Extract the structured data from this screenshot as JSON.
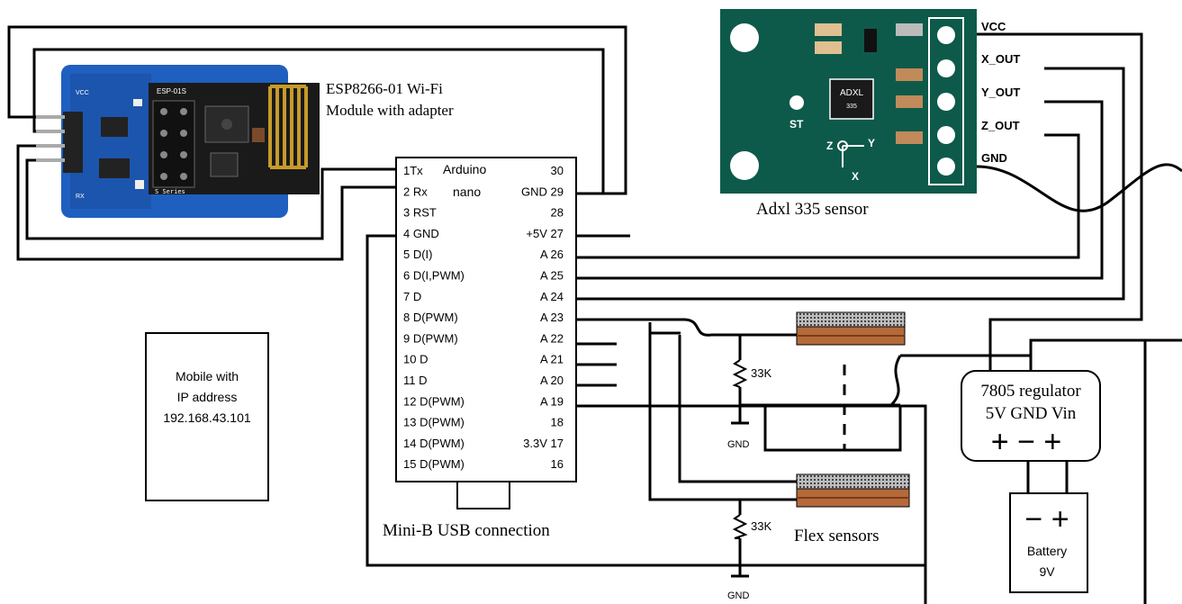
{
  "esp": {
    "caption_line1": "ESP8266-01 Wi-Fi",
    "caption_line2": "Module with adapter",
    "chip_label": "ESP-01S",
    "series_label": "S Series",
    "pcb_color": "#1f5fbf",
    "module_color": "#1a1a1a"
  },
  "arduino": {
    "title_line1": "Arduino",
    "title_line2": "nano",
    "usb_caption": "Mini-B USB connection",
    "left_pins": [
      "1Tx",
      "2 Rx",
      "3 RST",
      "4 GND",
      "5 D(I)",
      "6 D(I,PWM)",
      "7 D",
      "8 D(PWM)",
      "9 D(PWM)",
      "10 D",
      "11 D",
      "12 D(PWM)",
      "13 D(PWM)",
      "14 D(PWM)",
      "15 D(PWM)"
    ],
    "right_pins": [
      "30",
      "GND 29",
      "28",
      "+5V  27",
      "A  26",
      "A  25",
      "A  24",
      "A  23",
      "A  22",
      "A  21",
      "A  20",
      "A  19",
      "18",
      "3.3V  17",
      "16"
    ]
  },
  "mobile": {
    "line1": "Mobile with",
    "line2": "IP address",
    "line3": "192.168.43.101"
  },
  "adxl": {
    "caption": "Adxl 335 sensor",
    "chip_label": "ADXL",
    "chip_sub": "335",
    "st_label": "ST",
    "axis_z": "Z",
    "axis_y": "Y",
    "axis_x": "X",
    "pins": [
      "VCC",
      "X_OUT",
      "Y_OUT",
      "Z_OUT",
      "GND"
    ],
    "board_color": "#0d5a4a"
  },
  "regulator": {
    "line1": "7805 regulator",
    "line2": "5V GND Vin",
    "signs": "+ − +"
  },
  "battery": {
    "signs": "− +",
    "label": "Battery",
    "voltage": "9V"
  },
  "resistors": {
    "r1": "33K",
    "r2": "33K",
    "gnd1": "GND",
    "gnd2": "GND"
  },
  "flex": {
    "caption": "Flex sensors"
  }
}
